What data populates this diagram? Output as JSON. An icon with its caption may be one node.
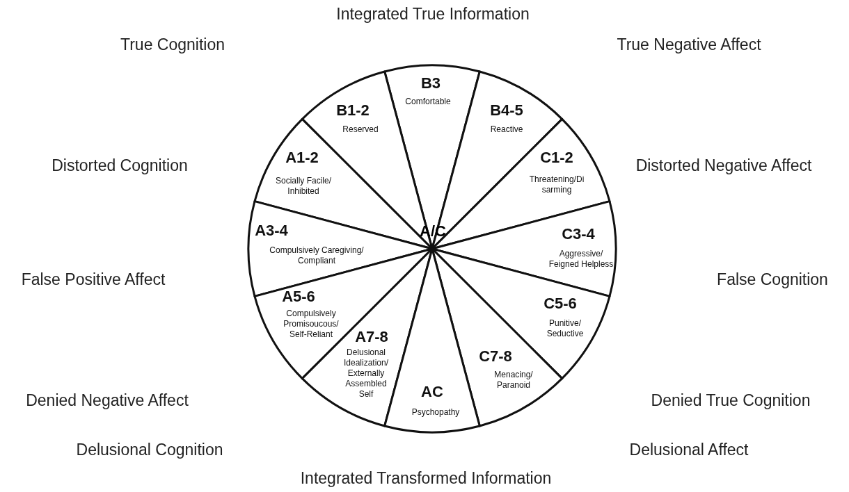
{
  "diagram": {
    "nodes": [
      {
        "text": [
          "B3",
          "Comfortable"
        ]
      },
      {
        "text": [
          "B1-2",
          "Reserved"
        ]
      },
      {
        "text": [
          "B4-5",
          "Reactive"
        ]
      },
      {
        "text": [
          "A1-2",
          "Socially Facile/ Inhibited"
        ]
      },
      {
        "text": [
          "C1-2",
          "Threatening/Di sarming"
        ]
      },
      {
        "text": [
          "A3-4",
          "Compulsively Caregiving/ Compliant"
        ]
      },
      {
        "text": [
          "C3-4",
          "Aggressive/ Feigned Helpless"
        ]
      },
      {
        "text": [
          "A5-6",
          "Compulsively Promisoucous/ Self-Reliant"
        ]
      },
      {
        "text": [
          "C5-6",
          "Punitive/ Seductive"
        ]
      },
      {
        "text": [
          "A7-8",
          "Delusional Idealization/ Externally Assembled Self"
        ]
      },
      {
        "text": [
          "C7-8",
          "Menacing/ Paranoid"
        ]
      },
      {
        "text": [
          "AC",
          "Psychopathy"
        ]
      }
    ],
    "edges": [],
    "labels": [
      "Integrated True Information",
      "True Cognition",
      "True Negative Affect",
      "Distorted Cognition",
      "Distorted Negative Affect",
      "A/C",
      "False Positive Affect",
      "False Cognition",
      "Denied Negative Affect",
      "Denied True Cognition",
      "Delusional Cognition",
      "Delusional Affect",
      "Integrated Transformed Information"
    ]
  }
}
